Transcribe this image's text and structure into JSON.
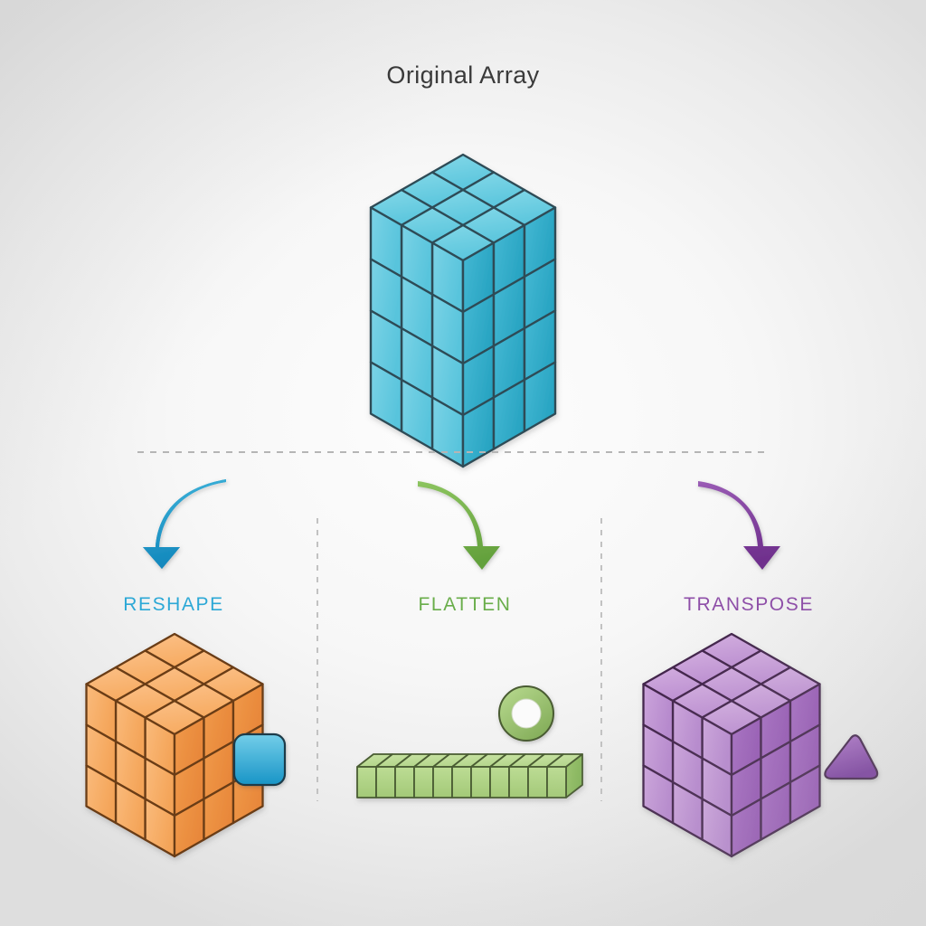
{
  "diagram": {
    "title": "Original Array",
    "background_color": "#f2f2f2"
  },
  "source_shape": {
    "name": "original-array-cube",
    "type": "isometric-cuboid",
    "icon": "cube-icon",
    "color": "#5CC8DE",
    "color_top": "#72D2E4",
    "color_left": "#6CCBE0",
    "color_right": "#35AFCB",
    "edge_color": "#2f4f58",
    "dims": {
      "width": 3,
      "depth": 3,
      "height": 4
    }
  },
  "divider": {
    "horizontal_color": "#b8b8b8",
    "vertical_color": "#c0c0c0"
  },
  "operations": [
    {
      "id": "reshape",
      "label": "RESHAPE",
      "color": "#2CA8D6",
      "arrow": "curved-arrow-down-left-icon",
      "arrow_color": "#1F95C9",
      "result_shape": {
        "name": "reshaped-cube",
        "icon": "cube-icon",
        "type": "isometric-cuboid",
        "color_top": "#F9B26A",
        "color_left": "#F7AE63",
        "color_right": "#EE9144",
        "edge_color": "#6b3c14",
        "dims": {
          "width": 3,
          "depth": 3,
          "height": 3
        }
      },
      "accent_shape": {
        "name": "rounded-square-badge",
        "icon": "rounded-square-icon",
        "fill_top": "#68C8E6",
        "fill_bottom": "#1D9BC9",
        "stroke": "#1d3b49"
      }
    },
    {
      "id": "flatten",
      "label": "FLATTEN",
      "color": "#69AD4A",
      "arrow": "curved-arrow-down-icon",
      "arrow_color": "#74B24B",
      "result_shape": {
        "name": "flattened-row",
        "icon": "bar-row-icon",
        "type": "isometric-row",
        "color_top": "#BEDC96",
        "color_front": "#ADD181",
        "color_right": "#8FBA62",
        "edge_color": "#4a5c32",
        "segments": 11
      },
      "accent_shape": {
        "name": "ring-badge",
        "icon": "ring-icon",
        "fill_outer": "#A9CE7C",
        "fill_inner": "#ffffff",
        "stroke": "#4a5c32"
      }
    },
    {
      "id": "transpose",
      "label": "TRANSPOSE",
      "color": "#8E4FA8",
      "arrow": "curved-arrow-down-icon",
      "arrow_color": "#7E399B",
      "result_shape": {
        "name": "transposed-cube",
        "icon": "cube-icon",
        "type": "isometric-cuboid",
        "color_top": "#C79BD8",
        "color_left": "#C094D4",
        "color_right": "#9E63BB",
        "edge_color": "#3f2048",
        "dims": {
          "width": 3,
          "depth": 3,
          "height": 3
        }
      },
      "accent_shape": {
        "name": "rounded-triangle-badge",
        "icon": "triangle-icon",
        "fill_top": "#A970C4",
        "fill_bottom": "#7C3F9B",
        "stroke": "#3f2048"
      }
    }
  ]
}
